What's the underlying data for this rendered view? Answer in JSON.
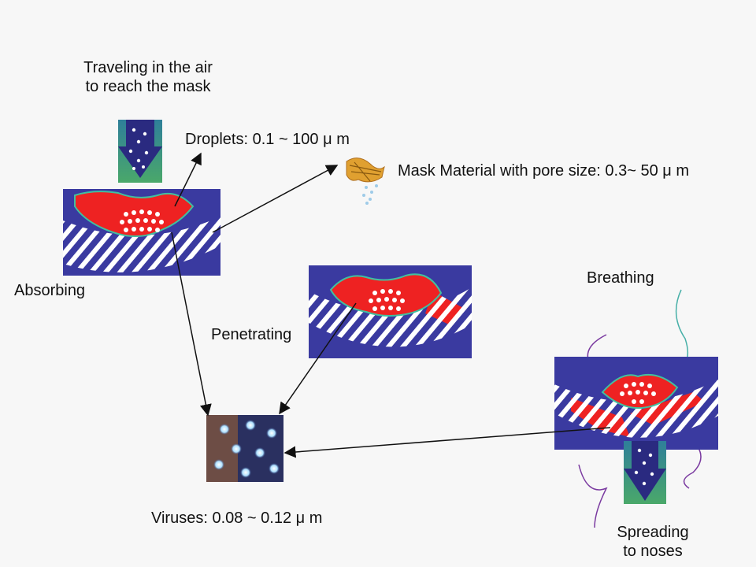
{
  "labels": {
    "traveling_line1": "Traveling in the air",
    "traveling_line2": "to reach the mask",
    "droplets": "Droplets: 0.1 ~ 100 μ m",
    "mask_material": "Mask Material with pore size: 0.3~ 50 μ m",
    "absorbing": "Absorbing",
    "breathing": "Breathing",
    "penetrating": "Penetrating",
    "viruses": "Viruses: 0.08 ~ 0.12 μ m",
    "spreading_line1": "Spreading",
    "spreading_line2": "to noses"
  },
  "colors": {
    "background": "#f7f7f7",
    "mask_blue": "#3a3aa0",
    "droplet_red": "#ee2222",
    "arrow_green": "#3e9a5e",
    "fiber_orange": "#e0a030",
    "virus_brown": "#8a5a3a"
  }
}
